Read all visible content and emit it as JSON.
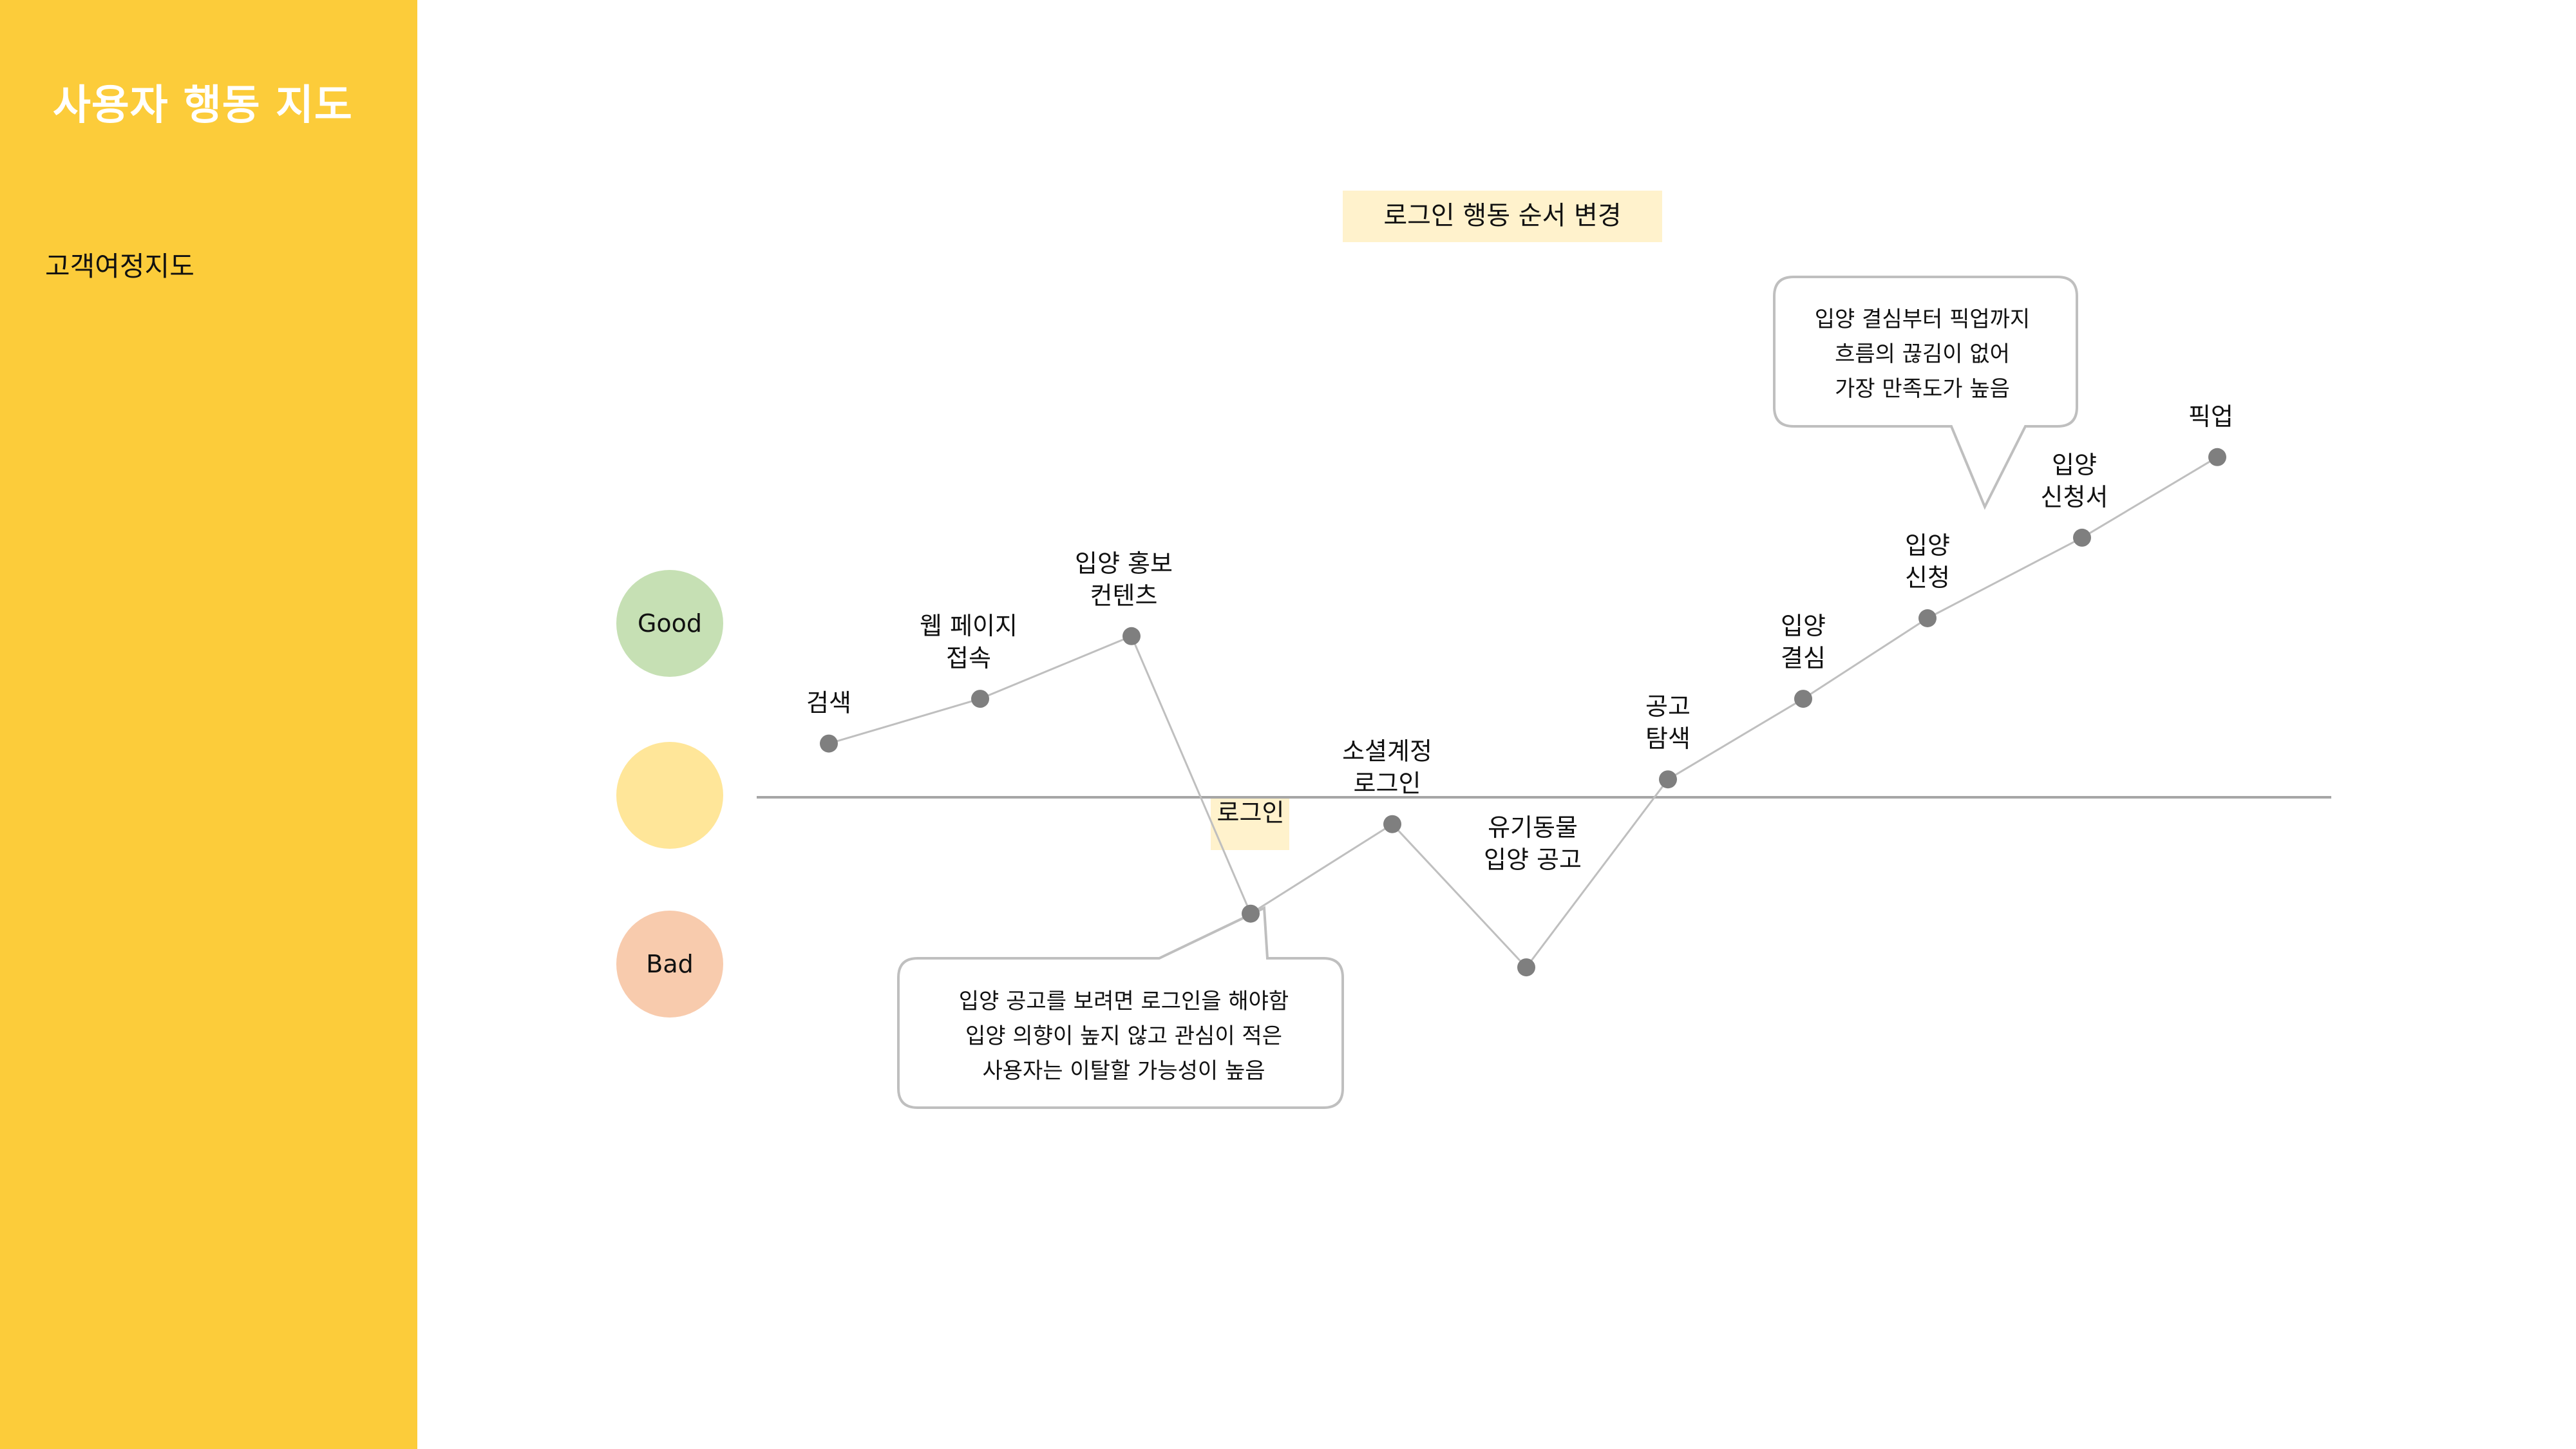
{
  "sidebar": {
    "title": "사용자 행동 지도",
    "subtitle": "고객여정지도",
    "background": "#FCCC3A"
  },
  "legend": {
    "good": {
      "label": "Good",
      "color": "#C6E0B4"
    },
    "neutral": {
      "label": "",
      "color": "#FFE699"
    },
    "bad": {
      "label": "Bad",
      "color": "#F8CBAD"
    }
  },
  "highlight": {
    "label": "로그인 행동 순서 변경",
    "color": "#FFF2CC"
  },
  "callouts": {
    "top": {
      "lines": [
        "입양 결심부터 픽업까지",
        "흐름의 끊김이 없어",
        "가장 만족도가 높음"
      ]
    },
    "bottom": {
      "lines": [
        "입양 공고를 보려면 로그인을 해야함",
        "입양 의향이 높지 않고 관심이 적은",
        "사용자는 이탈할 가능성이 높음"
      ]
    }
  },
  "chart_data": {
    "type": "line",
    "series": [
      {
        "points": [
          {
            "label": "검색",
            "y": 0.6
          },
          {
            "label": "웹 페이지\n접속",
            "y": 1.1
          },
          {
            "label": "입양 홍보\n컨텐츠",
            "y": 1.8
          },
          {
            "label": "로그인",
            "y": -1.3
          },
          {
            "label": "소셜계정\n로그인",
            "y": -0.3
          },
          {
            "label": "유기동물\n입양 공고",
            "y": -1.9
          },
          {
            "label": "공고\n탐색",
            "y": 0.2
          },
          {
            "label": "입양\n결심",
            "y": 1.1
          },
          {
            "label": "입양\n신청",
            "y": 2.0
          },
          {
            "label": "입양\n신청서",
            "y": 2.9
          },
          {
            "label": "픽업",
            "y": 3.8
          }
        ]
      }
    ],
    "ylim": [
      -2,
      4
    ],
    "grid": false,
    "baseline": 0,
    "line_color": "#BFBFBF",
    "marker_color": "#7F7F7F",
    "axis_color": "#A6A6A6"
  }
}
